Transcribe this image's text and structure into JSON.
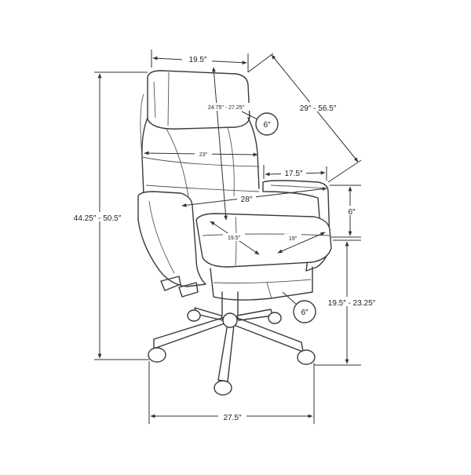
{
  "colors": {
    "line": "#333333",
    "text": "#222222",
    "background": "#ffffff"
  },
  "dimensions": {
    "top_width": "19.5″",
    "diagonal_depth": "29″ - 56.5″",
    "headrest_height": "24.75″ - 27.25″",
    "headrest_callout": "6″",
    "back_width": "23″",
    "arm_depth": "17.5″",
    "arm_height": "6″",
    "seat_width_outer": "28″",
    "seat_depth": "19.5″",
    "seat_width_inner": "19″",
    "total_height": "44.25″ - 50.5″",
    "seat_height": "19.5″ - 23.25″",
    "footrest_callout": "6″",
    "base_width": "27.5″"
  }
}
